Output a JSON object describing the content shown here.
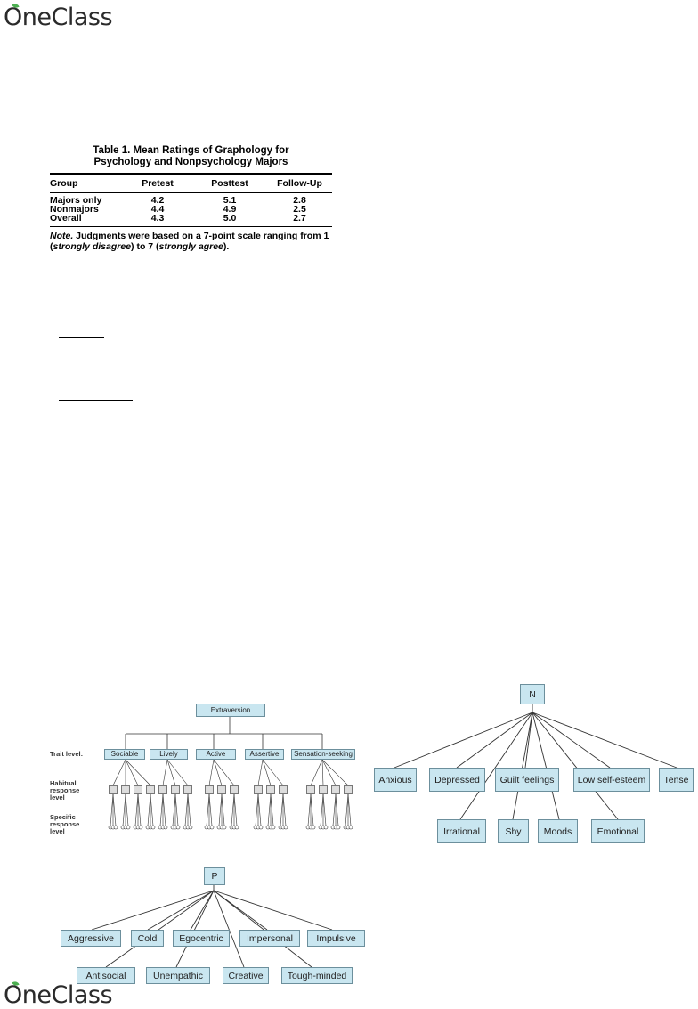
{
  "header": {
    "brand": "OneClass"
  },
  "table": {
    "title_line1": "Table 1.   Mean Ratings of Graphology for",
    "title_line2": "Psychology and Nonpsychology Majors",
    "columns": [
      "Group",
      "Pretest",
      "Posttest",
      "Follow-Up"
    ],
    "rows": [
      [
        "Majors only",
        "4.2",
        "5.1",
        "2.8"
      ],
      [
        "Nonmajors",
        "4.4",
        "4.9",
        "2.5"
      ],
      [
        "Overall",
        "4.3",
        "5.0",
        "2.7"
      ]
    ],
    "note_label": "Note.",
    "note_text_1": " Judgments were based on a 7-point scale ranging from 1",
    "note_open": "(",
    "note_disagree": "strongly disagree",
    "note_mid": ") to 7 (",
    "note_agree": "strongly agree",
    "note_close": ")."
  },
  "extraversion": {
    "root": "Extraversion",
    "traits": [
      "Sociable",
      "Lively",
      "Active",
      "Assertive",
      "Sensation-seeking"
    ],
    "level_trait": "Trait level:",
    "level_habitual": [
      "Habitual",
      "response",
      "level"
    ],
    "level_specific": [
      "Specific",
      "response",
      "level"
    ]
  },
  "neuroticism": {
    "root": "N",
    "top_row": [
      "Anxious",
      "Depressed",
      "Guilt feelings",
      "Low self-esteem",
      "Tense"
    ],
    "bottom_row": [
      "Irrational",
      "Shy",
      "Moods",
      "Emotional"
    ]
  },
  "psychoticism": {
    "root": "P",
    "top_row": [
      "Aggressive",
      "Cold",
      "Egocentric",
      "Impersonal",
      "Impulsive"
    ],
    "bottom_row": [
      "Antisocial",
      "Unempathic",
      "Creative",
      "Tough-minded"
    ]
  },
  "footer": {
    "brand": "OneClass"
  }
}
